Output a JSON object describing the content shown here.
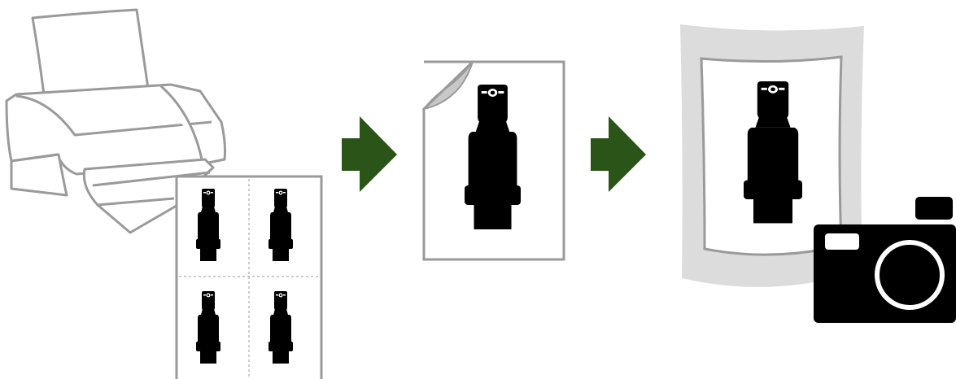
{
  "diagram": {
    "steps": [
      {
        "id": "print",
        "icon": "printer-icon"
      },
      {
        "id": "cut",
        "icon": "single-sheet-icon"
      },
      {
        "id": "photograph",
        "icon": "camera-icon"
      }
    ],
    "print_sheet": {
      "figures_per_sheet": 4,
      "layout": "2x2"
    },
    "colors": {
      "arrow": "#2a5418",
      "figure": "#000000",
      "outline": "#9a9a9a",
      "paper_shadow": "#dcdcdc",
      "page_curl": "#c8c8c8"
    }
  }
}
